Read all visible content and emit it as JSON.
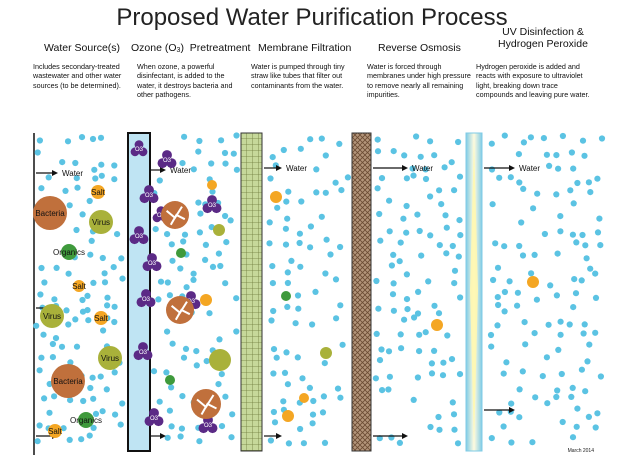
{
  "title": "Proposed Water Purification Process",
  "columns": [
    {
      "heading": "Water Source(s)",
      "description": "Includes secondary-treated wastewater and other water sources (to be determined)."
    },
    {
      "heading_pre": "Ozone (O",
      "heading_sub": "3",
      "heading_post": ")  Pretreatment",
      "description": "When ozone, a powerful disinfectant, is added to the water, it destroys bacteria and other pathogens."
    },
    {
      "heading": "Membrane Filtration",
      "description": "Water is pumped through tiny straw like tubes that filter out contaminants from the water."
    },
    {
      "heading": "Reverse Osmosis",
      "description": "Water is forced through membranes under high pressure to remove nearly all remaining impurities."
    },
    {
      "heading": "UV Disinfection & Hydrogen Peroxide",
      "description": "Hydrogen peroxide is added and reacts with exposure to ultraviolet light, breaking down trace compounds and leaving pure water."
    }
  ],
  "labels": {
    "water": "Water",
    "salt": "Salt",
    "bacteria": "Bacteria",
    "virus": "Virus",
    "organics": "Organics",
    "o3": "O3"
  },
  "date": "March 2014",
  "colors": {
    "water_dot": "#5bc3e3",
    "bacteria": "#c0703c",
    "virus": "#a9b13a",
    "organics": "#3f9a3c",
    "salt": "#f4a623",
    "ozone": "#5b2a86",
    "ozone_column": "#bfe4f3",
    "membrane": "#c6d89a",
    "ro_membrane": "#b3957a"
  }
}
